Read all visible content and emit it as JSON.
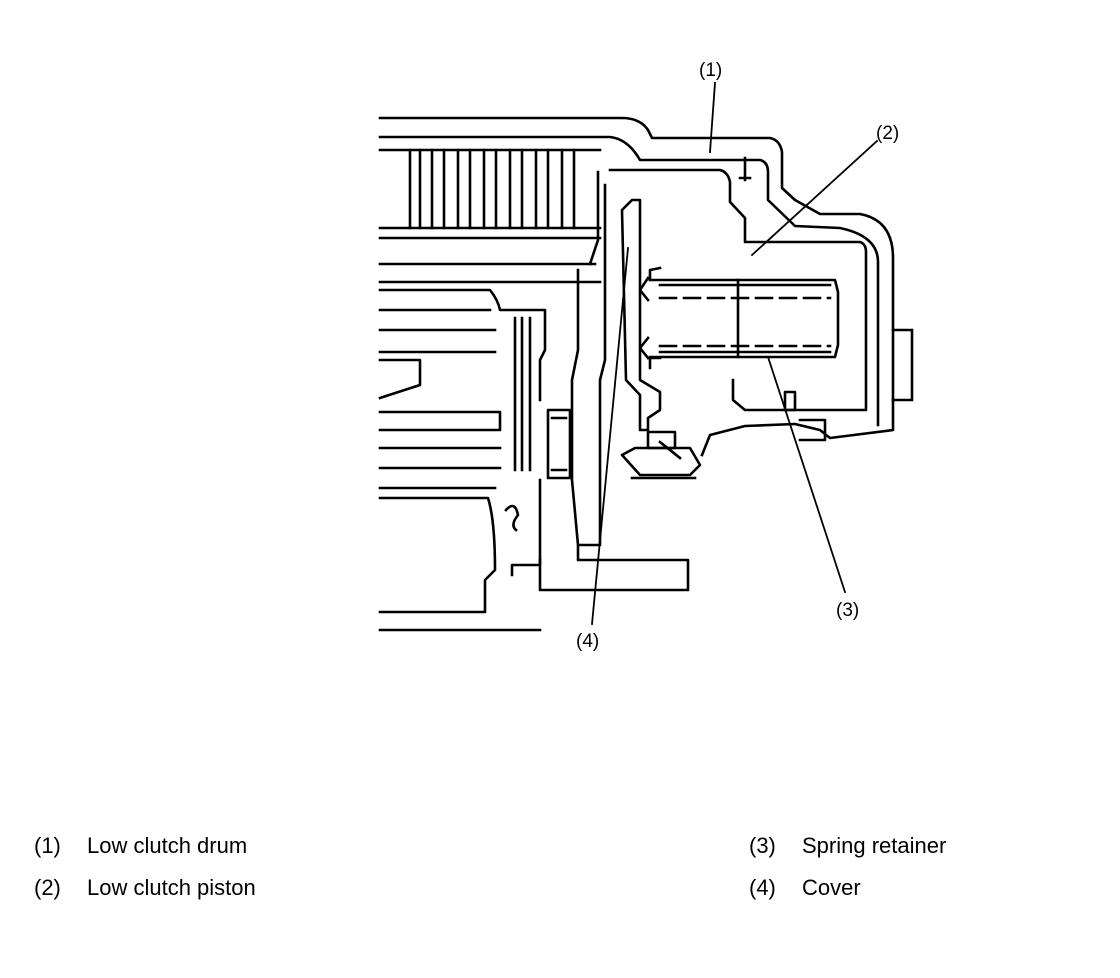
{
  "figure": {
    "callouts": {
      "c1": "(1)",
      "c2": "(2)",
      "c3": "(3)",
      "c4": "(4)"
    }
  },
  "legend": [
    {
      "number": "(1)",
      "label": "Low clutch drum"
    },
    {
      "number": "(2)",
      "label": "Low clutch piston"
    },
    {
      "number": "(3)",
      "label": "Spring retainer"
    },
    {
      "number": "(4)",
      "label": "Cover"
    }
  ]
}
